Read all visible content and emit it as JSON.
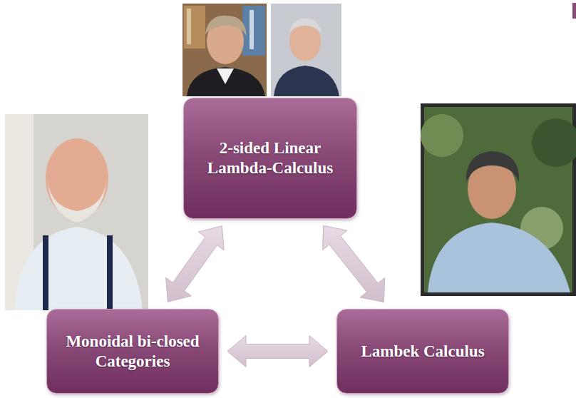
{
  "diagram": {
    "nodes": [
      {
        "text": [
          "2-sided Linear Lambda-Calculus"
        ]
      },
      {
        "text": [
          "Monoidal bi-closed Categories"
        ]
      },
      {
        "text": [
          "Lambek Calculus"
        ]
      }
    ],
    "edges": [
      {
        "from": 0,
        "to": 1,
        "arrow": "both"
      },
      {
        "from": 0,
        "to": 2,
        "arrow": "both"
      },
      {
        "from": 1,
        "to": 2,
        "arrow": "both"
      }
    ]
  }
}
